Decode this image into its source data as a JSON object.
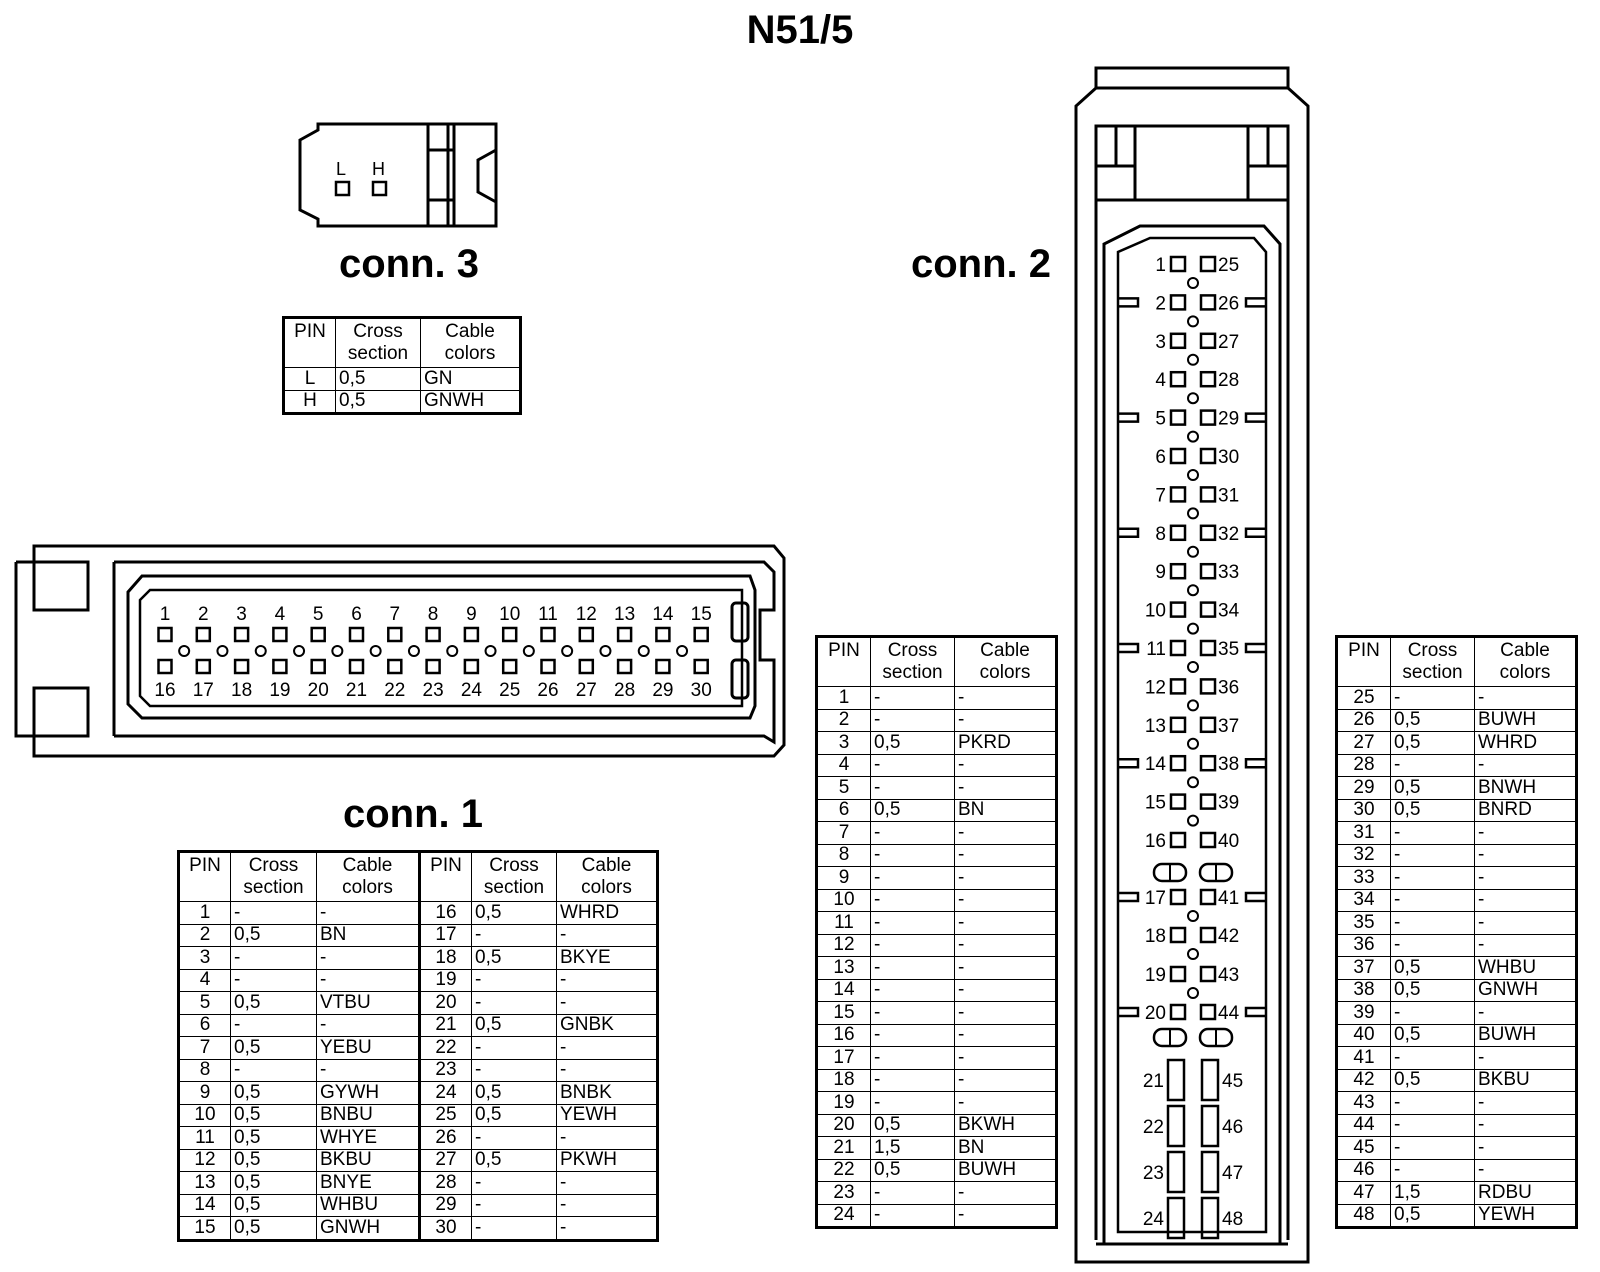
{
  "title": "N51/5",
  "headers": {
    "pin": "PIN",
    "cross": "Cross section",
    "colors": "Cable colors"
  },
  "conn3": {
    "label": "conn. 3",
    "face_labels": [
      "L",
      "H"
    ],
    "rows": [
      {
        "pin": "L",
        "cs": "0,5",
        "cc": "GN"
      },
      {
        "pin": "H",
        "cs": "0,5",
        "cc": "GNWH"
      }
    ]
  },
  "conn1": {
    "label": "conn. 1",
    "top_pins": [
      "1",
      "2",
      "3",
      "4",
      "5",
      "6",
      "7",
      "8",
      "9",
      "10",
      "11",
      "12",
      "13",
      "14",
      "15"
    ],
    "bottom_pins": [
      "16",
      "17",
      "18",
      "19",
      "20",
      "21",
      "22",
      "23",
      "24",
      "25",
      "26",
      "27",
      "28",
      "29",
      "30"
    ],
    "rows_left": [
      {
        "pin": "1",
        "cs": "-",
        "cc": "-"
      },
      {
        "pin": "2",
        "cs": "0,5",
        "cc": "BN"
      },
      {
        "pin": "3",
        "cs": "-",
        "cc": "-"
      },
      {
        "pin": "4",
        "cs": "-",
        "cc": "-"
      },
      {
        "pin": "5",
        "cs": "0,5",
        "cc": "VTBU"
      },
      {
        "pin": "6",
        "cs": "-",
        "cc": "-"
      },
      {
        "pin": "7",
        "cs": "0,5",
        "cc": "YEBU"
      },
      {
        "pin": "8",
        "cs": "-",
        "cc": "-"
      },
      {
        "pin": "9",
        "cs": "0,5",
        "cc": "GYWH"
      },
      {
        "pin": "10",
        "cs": "0,5",
        "cc": "BNBU"
      },
      {
        "pin": "11",
        "cs": "0,5",
        "cc": "WHYE"
      },
      {
        "pin": "12",
        "cs": "0,5",
        "cc": "BKBU"
      },
      {
        "pin": "13",
        "cs": "0,5",
        "cc": "BNYE"
      },
      {
        "pin": "14",
        "cs": "0,5",
        "cc": "WHBU"
      },
      {
        "pin": "15",
        "cs": "0,5",
        "cc": "GNWH"
      }
    ],
    "rows_right": [
      {
        "pin": "16",
        "cs": "0,5",
        "cc": "WHRD"
      },
      {
        "pin": "17",
        "cs": "-",
        "cc": "-"
      },
      {
        "pin": "18",
        "cs": "0,5",
        "cc": "BKYE"
      },
      {
        "pin": "19",
        "cs": "-",
        "cc": "-"
      },
      {
        "pin": "20",
        "cs": "-",
        "cc": "-"
      },
      {
        "pin": "21",
        "cs": "0,5",
        "cc": "GNBK"
      },
      {
        "pin": "22",
        "cs": "-",
        "cc": "-"
      },
      {
        "pin": "23",
        "cs": "-",
        "cc": "-"
      },
      {
        "pin": "24",
        "cs": "0,5",
        "cc": "BNBK"
      },
      {
        "pin": "25",
        "cs": "0,5",
        "cc": "YEWH"
      },
      {
        "pin": "26",
        "cs": "-",
        "cc": "-"
      },
      {
        "pin": "27",
        "cs": "0,5",
        "cc": "PKWH"
      },
      {
        "pin": "28",
        "cs": "-",
        "cc": "-"
      },
      {
        "pin": "29",
        "cs": "-",
        "cc": "-"
      },
      {
        "pin": "30",
        "cs": "-",
        "cc": "-"
      }
    ]
  },
  "conn2": {
    "label": "conn. 2",
    "left_pins": [
      "1",
      "2",
      "3",
      "4",
      "5",
      "6",
      "7",
      "8",
      "9",
      "10",
      "11",
      "12",
      "13",
      "14",
      "15",
      "16",
      "17",
      "18",
      "19",
      "20",
      "21",
      "22",
      "23",
      "24"
    ],
    "right_pins": [
      "25",
      "26",
      "27",
      "28",
      "29",
      "30",
      "31",
      "32",
      "33",
      "34",
      "35",
      "36",
      "37",
      "38",
      "39",
      "40",
      "41",
      "42",
      "43",
      "44",
      "45",
      "46",
      "47",
      "48"
    ],
    "rows_left": [
      {
        "pin": "1",
        "cs": "-",
        "cc": "-"
      },
      {
        "pin": "2",
        "cs": "-",
        "cc": "-"
      },
      {
        "pin": "3",
        "cs": "0,5",
        "cc": "PKRD"
      },
      {
        "pin": "4",
        "cs": "-",
        "cc": "-"
      },
      {
        "pin": "5",
        "cs": "-",
        "cc": "-"
      },
      {
        "pin": "6",
        "cs": "0,5",
        "cc": "BN"
      },
      {
        "pin": "7",
        "cs": "-",
        "cc": "-"
      },
      {
        "pin": "8",
        "cs": "-",
        "cc": "-"
      },
      {
        "pin": "9",
        "cs": "-",
        "cc": "-"
      },
      {
        "pin": "10",
        "cs": "-",
        "cc": "-"
      },
      {
        "pin": "11",
        "cs": "-",
        "cc": "-"
      },
      {
        "pin": "12",
        "cs": "-",
        "cc": "-"
      },
      {
        "pin": "13",
        "cs": "-",
        "cc": "-"
      },
      {
        "pin": "14",
        "cs": "-",
        "cc": "-"
      },
      {
        "pin": "15",
        "cs": "-",
        "cc": "-"
      },
      {
        "pin": "16",
        "cs": "-",
        "cc": "-"
      },
      {
        "pin": "17",
        "cs": "-",
        "cc": "-"
      },
      {
        "pin": "18",
        "cs": "-",
        "cc": "-"
      },
      {
        "pin": "19",
        "cs": "-",
        "cc": "-"
      },
      {
        "pin": "20",
        "cs": "0,5",
        "cc": "BKWH"
      },
      {
        "pin": "21",
        "cs": "1,5",
        "cc": "BN"
      },
      {
        "pin": "22",
        "cs": "0,5",
        "cc": "BUWH"
      },
      {
        "pin": "23",
        "cs": "-",
        "cc": "-"
      },
      {
        "pin": "24",
        "cs": "-",
        "cc": "-"
      }
    ],
    "rows_right": [
      {
        "pin": "25",
        "cs": "-",
        "cc": "-"
      },
      {
        "pin": "26",
        "cs": "0,5",
        "cc": "BUWH"
      },
      {
        "pin": "27",
        "cs": "0,5",
        "cc": "WHRD"
      },
      {
        "pin": "28",
        "cs": "-",
        "cc": "-"
      },
      {
        "pin": "29",
        "cs": "0,5",
        "cc": "BNWH"
      },
      {
        "pin": "30",
        "cs": "0,5",
        "cc": "BNRD"
      },
      {
        "pin": "31",
        "cs": "-",
        "cc": "-"
      },
      {
        "pin": "32",
        "cs": "-",
        "cc": "-"
      },
      {
        "pin": "33",
        "cs": "-",
        "cc": "-"
      },
      {
        "pin": "34",
        "cs": "-",
        "cc": "-"
      },
      {
        "pin": "35",
        "cs": "-",
        "cc": "-"
      },
      {
        "pin": "36",
        "cs": "-",
        "cc": "-"
      },
      {
        "pin": "37",
        "cs": "0,5",
        "cc": "WHBU"
      },
      {
        "pin": "38",
        "cs": "0,5",
        "cc": "GNWH"
      },
      {
        "pin": "39",
        "cs": "-",
        "cc": "-"
      },
      {
        "pin": "40",
        "cs": "0,5",
        "cc": "BUWH"
      },
      {
        "pin": "41",
        "cs": "-",
        "cc": "-"
      },
      {
        "pin": "42",
        "cs": "0,5",
        "cc": "BKBU"
      },
      {
        "pin": "43",
        "cs": "-",
        "cc": "-"
      },
      {
        "pin": "44",
        "cs": "-",
        "cc": "-"
      },
      {
        "pin": "45",
        "cs": "-",
        "cc": "-"
      },
      {
        "pin": "46",
        "cs": "-",
        "cc": "-"
      },
      {
        "pin": "47",
        "cs": "1,5",
        "cc": "RDBU"
      },
      {
        "pin": "48",
        "cs": "0,5",
        "cc": "YEWH"
      }
    ]
  }
}
